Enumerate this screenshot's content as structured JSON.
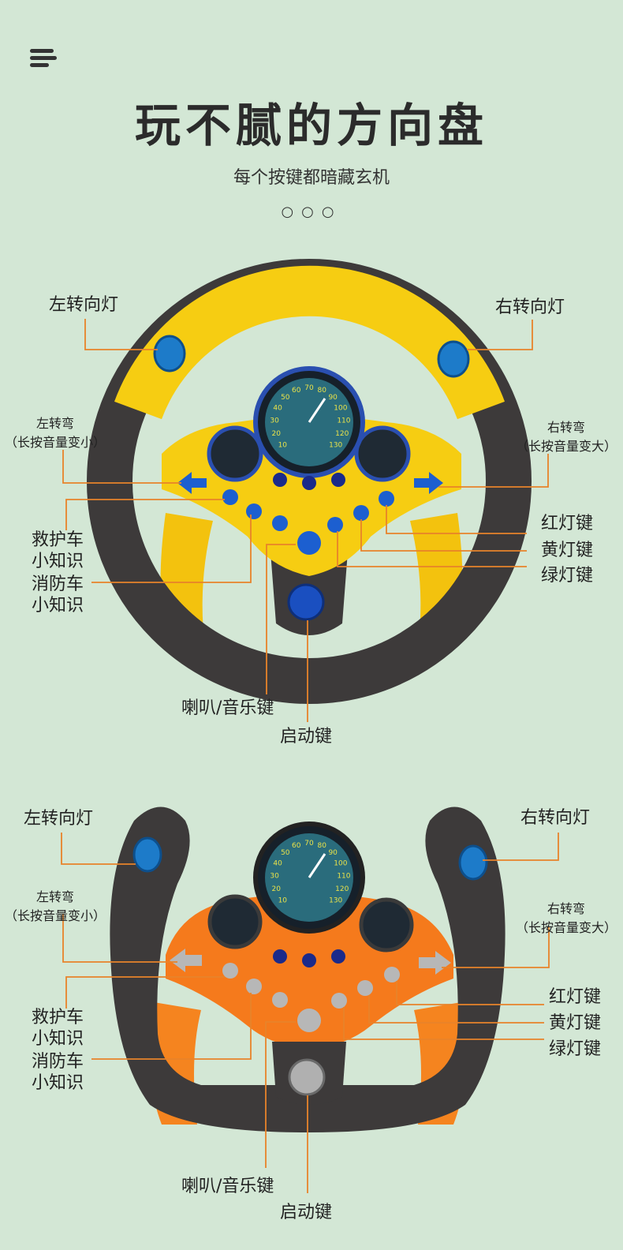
{
  "header": {
    "title": "玩不腻的方向盘",
    "subtitle": "每个按键都暗藏玄机",
    "dots": "○○○"
  },
  "wheels": [
    {
      "body_color": "#f6cd12",
      "labels": {
        "left_signal": "左转向灯",
        "right_signal": "右转向灯",
        "left_turn": "左转弯",
        "left_turn_note": "（长按音量变小）",
        "right_turn": "右转弯",
        "right_turn_note": "（长按音量变大）",
        "ambulance_l1": "救护车",
        "ambulance_l2": "小知识",
        "firetruck_l1": "消防车",
        "firetruck_l2": "小知识",
        "red_key": "红灯键",
        "yellow_key": "黄灯键",
        "green_key": "绿灯键",
        "horn_key": "喇叭/音乐键",
        "start_key": "启动键"
      },
      "speedo_ticks": [
        "10",
        "20",
        "30",
        "40",
        "50",
        "60",
        "70",
        "80",
        "90",
        "100",
        "110",
        "120",
        "130"
      ]
    },
    {
      "body_color": "#f57a1c",
      "labels": {
        "left_signal": "左转向灯",
        "right_signal": "右转向灯",
        "left_turn": "左转弯",
        "left_turn_note": "（长按音量变小）",
        "right_turn": "右转弯",
        "right_turn_note": "（长按音量变大）",
        "ambulance_l1": "救护车",
        "ambulance_l2": "小知识",
        "firetruck_l1": "消防车",
        "firetruck_l2": "小知识",
        "red_key": "红灯键",
        "yellow_key": "黄灯键",
        "green_key": "绿灯键",
        "horn_key": "喇叭/音乐键",
        "start_key": "启动键"
      },
      "speedo_ticks": [
        "10",
        "20",
        "30",
        "40",
        "50",
        "60",
        "70",
        "80",
        "90",
        "100",
        "110",
        "120",
        "130"
      ]
    }
  ],
  "colors": {
    "background": "#d3e7d5",
    "leader_line": "#e8832a",
    "rim_dark": "#3d3a3a",
    "button_blue": "#1c5fd0",
    "button_gray": "#b7b7b7"
  }
}
